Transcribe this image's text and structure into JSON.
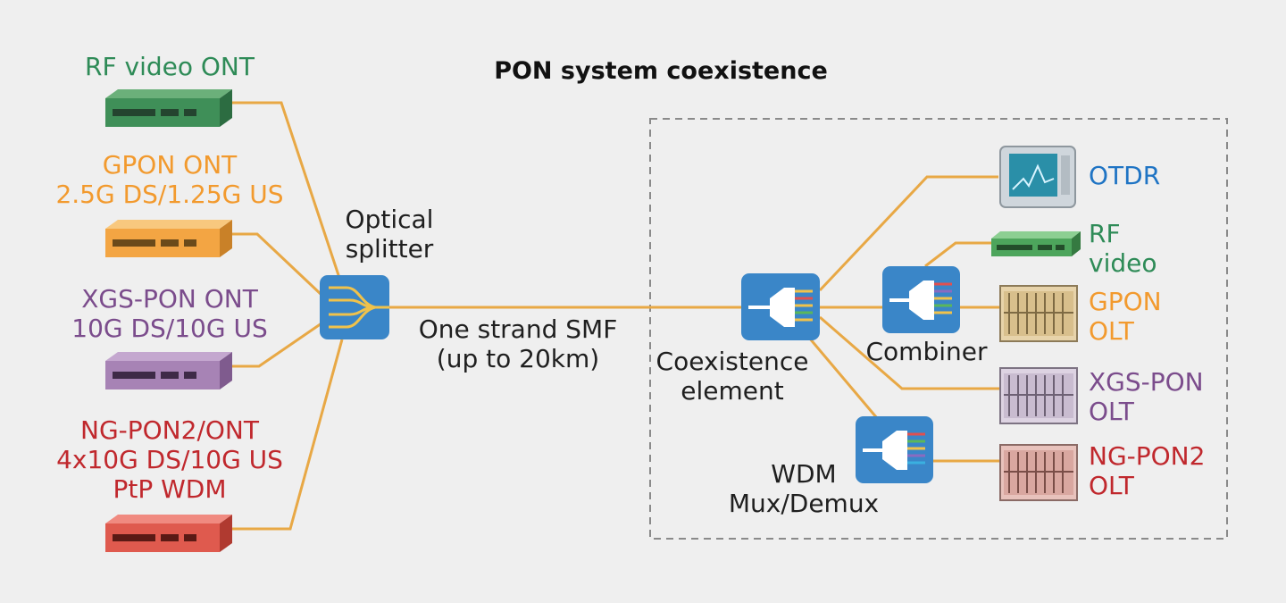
{
  "title": "PON system coexistence",
  "colors": {
    "fiber": "#e8a845",
    "green": "#2e8b57",
    "orange": "#f29a2e",
    "purple": "#7b4c8c",
    "red": "#c0282d",
    "blue": "#1f74c4",
    "module_blue": "#3a86c8"
  },
  "onts": [
    {
      "lines": [
        "RF video ONT"
      ],
      "color": "green"
    },
    {
      "lines": [
        "GPON ONT",
        "2.5G DS/1.25G US"
      ],
      "color": "orange"
    },
    {
      "lines": [
        "XGS-PON ONT",
        "10G DS/10G US"
      ],
      "color": "purple"
    },
    {
      "lines": [
        "NG-PON2/ONT",
        "4x10G DS/10G US",
        "PtP WDM"
      ],
      "color": "red"
    }
  ],
  "splitter": {
    "lines": [
      "Optical",
      "splitter"
    ]
  },
  "link": {
    "lines": [
      "One strand SMF",
      "(up to 20km)"
    ]
  },
  "coexistence": {
    "lines": [
      "Coexistence",
      "element"
    ]
  },
  "combiner": {
    "label": "Combiner"
  },
  "wdm": {
    "lines": [
      "WDM",
      "Mux/Demux"
    ]
  },
  "central_office": [
    {
      "lines": [
        "OTDR"
      ],
      "color": "blue"
    },
    {
      "lines": [
        "RF",
        "video"
      ],
      "color": "green"
    },
    {
      "lines": [
        "GPON",
        "OLT"
      ],
      "color": "orange"
    },
    {
      "lines": [
        "XGS-PON",
        "OLT"
      ],
      "color": "purple"
    },
    {
      "lines": [
        "NG-PON2",
        "OLT"
      ],
      "color": "red"
    }
  ]
}
